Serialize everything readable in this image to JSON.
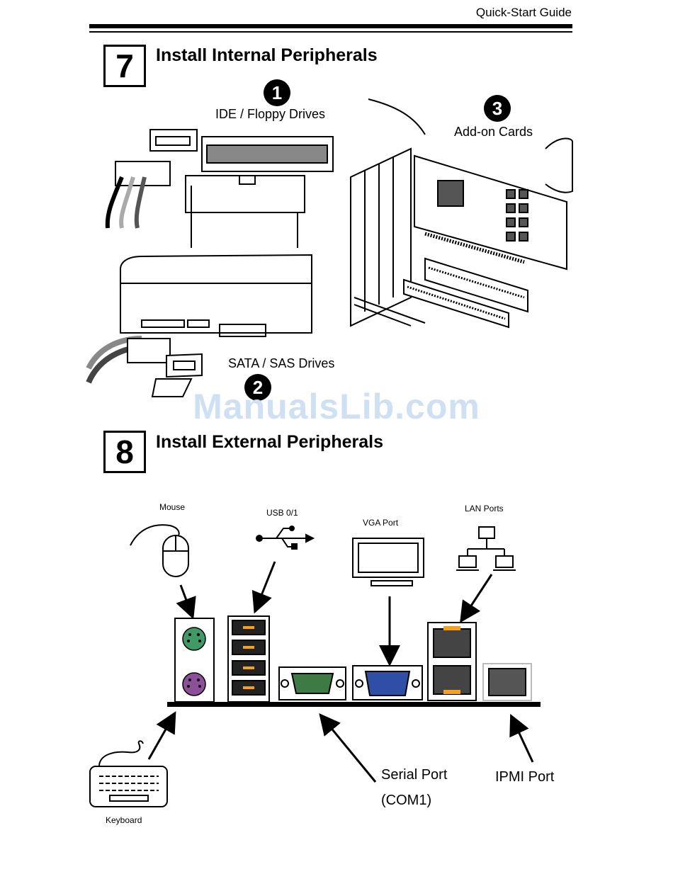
{
  "header": {
    "title": "Quick-Start Guide"
  },
  "section7": {
    "number": "7",
    "title": "Install Internal Peripherals",
    "callouts": [
      {
        "number": "1",
        "label": "IDE / Floppy Drives"
      },
      {
        "number": "2",
        "label": "SATA / SAS Drives"
      },
      {
        "number": "3",
        "label": "Add-on Cards"
      }
    ]
  },
  "watermark": "ManualsLib.com",
  "section8": {
    "number": "8",
    "title": "Install External Peripherals",
    "labels": {
      "mouse": "Mouse",
      "usb": "USB 0/1",
      "vga": "VGA Port",
      "lan": "LAN Ports",
      "keyboard": "Keyboard",
      "serial_line1": "Serial Port",
      "serial_line2": "(COM1)",
      "ipmi": "IPMI Port"
    },
    "colors": {
      "ps2_mouse": "#3f9a66",
      "ps2_keyboard": "#8e4f9a",
      "vga": "#2f4fa6",
      "serial": "#3e7a44"
    }
  }
}
